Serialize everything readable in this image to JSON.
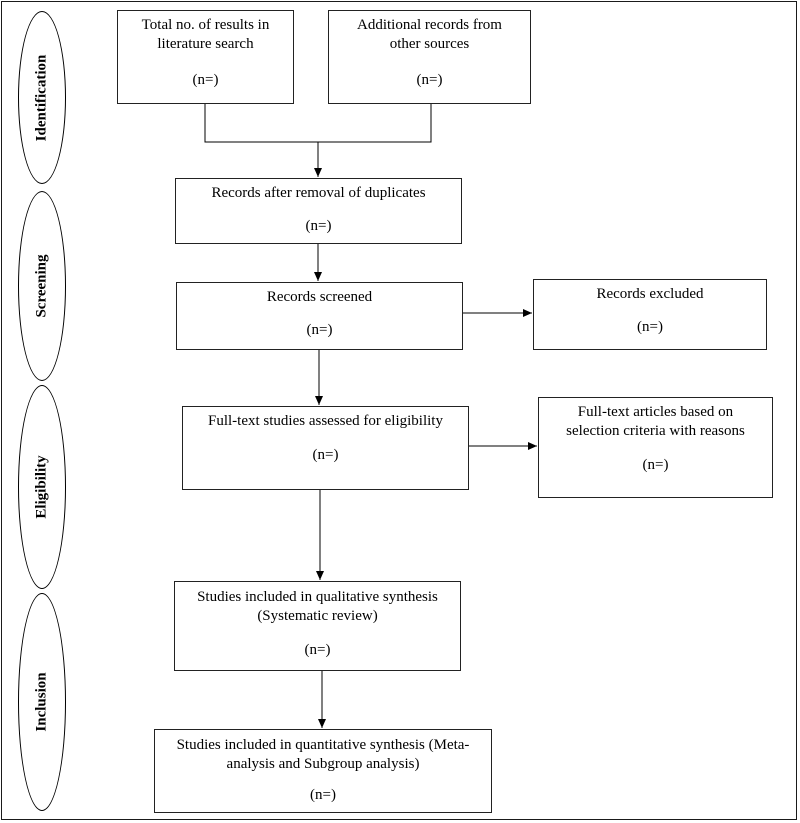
{
  "phases": {
    "identification": "Identification",
    "screening": "Screening",
    "eligibility": "Eligibility",
    "inclusion": "Inclusion"
  },
  "boxes": {
    "total_results": {
      "line1": "Total no. of results in",
      "line2": "literature search",
      "count": "(n=)"
    },
    "additional_records": {
      "line1": "Additional records from",
      "line2": "other sources",
      "count": "(n=)"
    },
    "after_duplicates": {
      "line1": "Records after removal of duplicates",
      "count": "(n=)"
    },
    "screened": {
      "line1": "Records screened",
      "count": "(n=)"
    },
    "excluded": {
      "line1": "Records excluded",
      "count": "(n=)"
    },
    "full_text_assessed": {
      "line1": "Full-text studies assessed for eligibility",
      "count": "(n=)"
    },
    "full_text_excluded": {
      "line1": "Full-text articles based on",
      "line2": "selection criteria with reasons",
      "count": "(n=)"
    },
    "qualitative": {
      "line1": "Studies included in qualitative synthesis",
      "line2": "(Systematic review)",
      "count": "(n=)"
    },
    "quantitative": {
      "line1": "Studies included in quantitative synthesis (Meta-",
      "line2": "analysis and Subgroup analysis)",
      "count": "(n=)"
    }
  }
}
